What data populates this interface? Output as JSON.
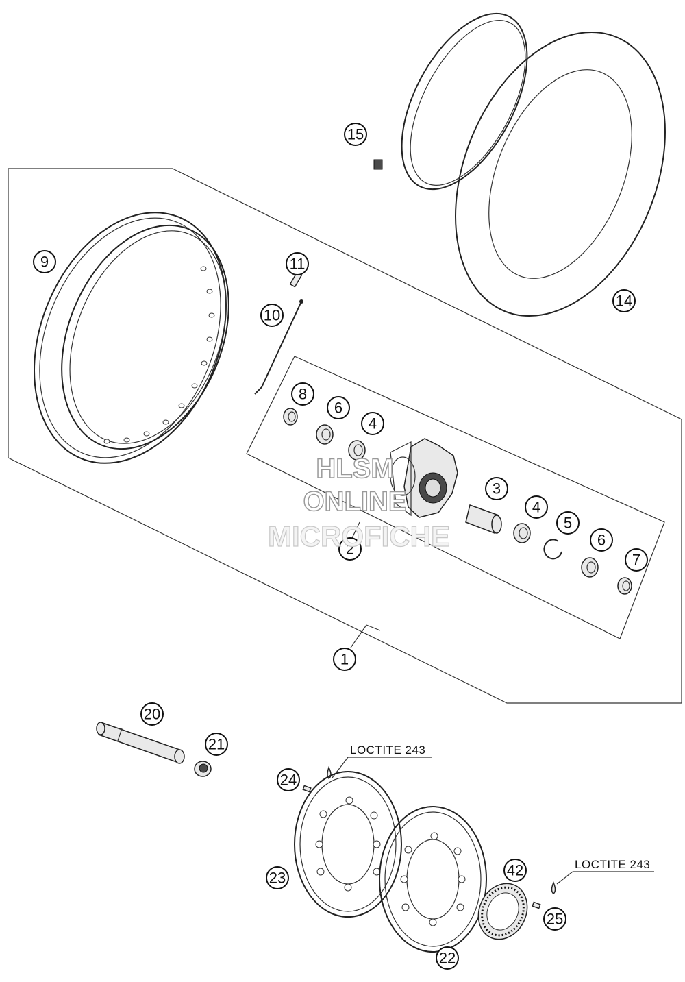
{
  "callouts": [
    "1",
    "2",
    "3",
    "4",
    "4",
    "5",
    "6",
    "6",
    "7",
    "8",
    "9",
    "10",
    "11",
    "14",
    "15",
    "20",
    "21",
    "22",
    "23",
    "24",
    "25",
    "42"
  ],
  "notes": {
    "loctite_24": "LOCTITE 243",
    "loctite_25": "LOCTITE 243"
  },
  "watermark": {
    "line1": "HLSM",
    "line2": "ONLINE",
    "line3": "MICROFICHE"
  }
}
